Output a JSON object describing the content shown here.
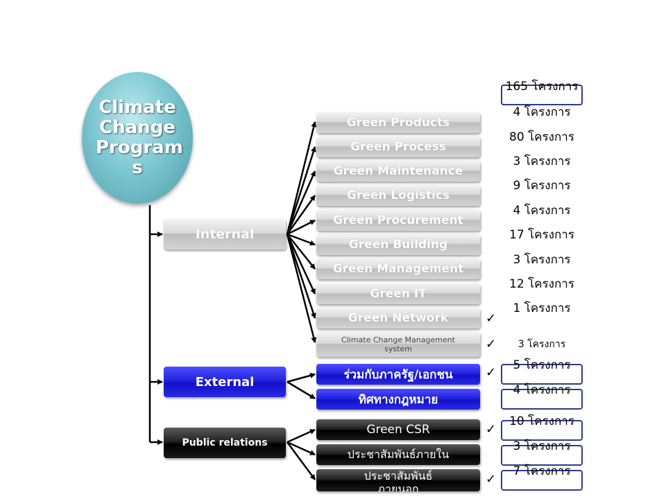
{
  "root": {
    "label": "Climate Change Program s"
  },
  "categories": {
    "internal": "Internal",
    "external": "External",
    "public_relations": "Public relations"
  },
  "items": [
    {
      "label": "Green Products"
    },
    {
      "label": "Green Process"
    },
    {
      "label": "Green Maintenance"
    },
    {
      "label": "Green Logistics"
    },
    {
      "label": "Green Procurement"
    },
    {
      "label": "Green Building"
    },
    {
      "label": "Green Management"
    },
    {
      "label": "Green IT"
    },
    {
      "label": "Green Network"
    },
    {
      "label": "Climate Change Management system"
    },
    {
      "label": "ร่วมกับภาครัฐ/เอกชน"
    },
    {
      "label": "ทิศทางกฎหมาย"
    },
    {
      "label": "Green CSR"
    },
    {
      "label": "ประชาสัมพันธ์ภายใน"
    },
    {
      "label": "ประชาสัมพันธ์ ภายนอก"
    }
  ],
  "counts": [
    {
      "text": "165 โครงการ"
    },
    {
      "text": "4 โครงการ"
    },
    {
      "text": "80 โครงการ"
    },
    {
      "text": "3 โครงการ"
    },
    {
      "text": "9 โครงการ"
    },
    {
      "text": "4 โครงการ"
    },
    {
      "text": "17 โครงการ"
    },
    {
      "text": "3 โครงการ"
    },
    {
      "text": "12 โครงการ"
    },
    {
      "text": "1 โครงการ"
    },
    {
      "text": "3 โครงการ"
    },
    {
      "text": "5 โครงการ"
    },
    {
      "text": "4 โครงการ"
    },
    {
      "text": "10 โครงการ"
    },
    {
      "text": "3 โครงการ"
    },
    {
      "text": "7 โครงการ"
    }
  ],
  "check_symbol": "✓"
}
